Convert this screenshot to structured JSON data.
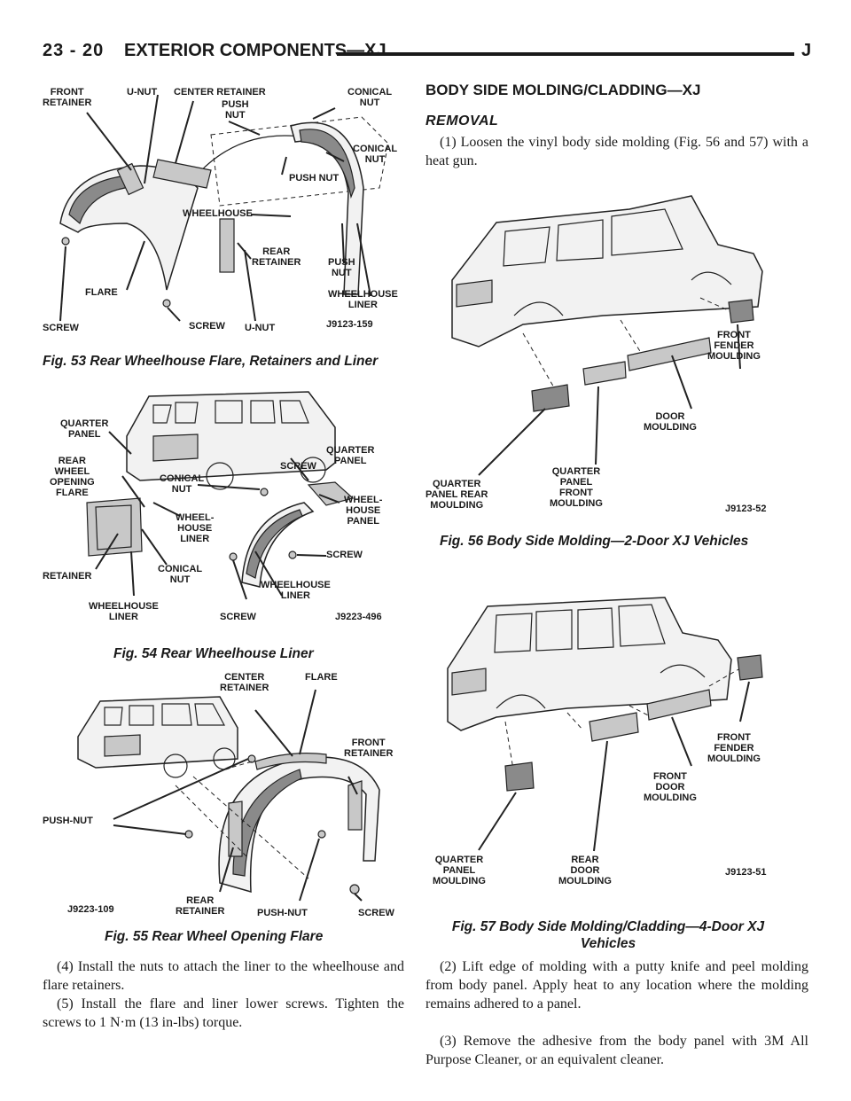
{
  "header": {
    "page_number": "23 - 20",
    "section_title": "EXTERIOR COMPONENTS—XJ",
    "code_letter": "J"
  },
  "fig53": {
    "labels": {
      "front_retainer": "FRONT\nRETAINER",
      "u_nut_top": "U-NUT",
      "center_retainer": "CENTER RETAINER",
      "push_nut_1": "PUSH\nNUT",
      "conical_nut_1": "CONICAL\nNUT",
      "conical_nut_2": "CONICAL\nNUT",
      "push_nut_2": "PUSH NUT",
      "wheelhouse": "WHEELHOUSE",
      "rear_retainer": "REAR\nRETAINER",
      "push_nut_3": "PUSH\nNUT",
      "flare": "FLARE",
      "wheelhouse_liner": "WHEELHOUSE\nLINER",
      "screw_1": "SCREW",
      "screw_2": "SCREW",
      "u_nut_bottom": "U-NUT",
      "ref": "J9123-159"
    },
    "caption": "Fig. 53 Rear Wheelhouse Flare, Retainers and Liner"
  },
  "fig54": {
    "labels": {
      "quarter_panel_1": "QUARTER\nPANEL",
      "rear_wheel_opening_flare": "REAR\nWHEEL\nOPENING\nFLARE",
      "conical_nut_1": "CONICAL\nNUT",
      "screw_1": "SCREW",
      "quarter_panel_2": "QUARTER\nPANEL",
      "wheel_house_liner": "WHEEL-\nHOUSE\nLINER",
      "wheel_house_panel": "WHEEL-\nHOUSE\nPANEL",
      "retainer": "RETAINER",
      "conical_nut_2": "CONICAL\nNUT",
      "screw_2": "SCREW",
      "wheelhouse_liner_1": "WHEELHOUSE\nLINER",
      "wheelhouse_liner_2": "WHEELHOUSE\nLINER",
      "screw_3": "SCREW",
      "ref": "J9223-496"
    },
    "caption": "Fig. 54 Rear Wheelhouse Liner"
  },
  "fig55": {
    "labels": {
      "center_retainer": "CENTER\nRETAINER",
      "flare": "FLARE",
      "front_retainer": "FRONT\nRETAINER",
      "push_nut_1": "PUSH-NUT",
      "ref": "J9223-109",
      "rear_retainer": "REAR\nRETAINER",
      "push_nut_2": "PUSH-NUT",
      "screw": "SCREW"
    },
    "caption": "Fig. 55 Rear Wheel Opening Flare"
  },
  "left_text": {
    "p4": "(4) Install the nuts to attach the liner to the wheelhouse and flare retainers.",
    "p5": "(5) Install the flare and liner lower screws. Tighten the screws to 1 N·m (13 in-lbs) torque."
  },
  "right": {
    "section_title": "BODY SIDE MOLDING/CLADDING—XJ",
    "subsection": "REMOVAL",
    "p1": "(1) Loosen the vinyl body side molding (Fig. 56 and 57) with a heat gun.",
    "p2": "(2) Lift edge of molding with a putty knife and peel molding from body panel. Apply heat to any location where the molding remains adhered to a panel.",
    "p3": "(3) Remove the adhesive from the body panel with 3M All Purpose Cleaner, or an equivalent cleaner."
  },
  "fig56": {
    "labels": {
      "front_fender_moulding": "FRONT\nFENDER\nMOULDING",
      "door_moulding": "DOOR\nMOULDING",
      "quarter_panel_rear_moulding": "QUARTER\nPANEL REAR\nMOULDING",
      "quarter_panel_front_moulding": "QUARTER\nPANEL\nFRONT\nMOULDING",
      "ref": "J9123-52"
    },
    "caption": "Fig. 56 Body Side Molding—2-Door XJ Vehicles"
  },
  "fig57": {
    "labels": {
      "front_fender_moulding": "FRONT\nFENDER\nMOULDING",
      "front_door_moulding": "FRONT\nDOOR\nMOULDING",
      "quarter_panel_moulding": "QUARTER\nPANEL\nMOULDING",
      "rear_door_moulding": "REAR\nDOOR\nMOULDING",
      "ref": "J9123-51"
    },
    "caption": "Fig. 57 Body Side Molding/Cladding—4-Door XJ\nVehicles"
  }
}
